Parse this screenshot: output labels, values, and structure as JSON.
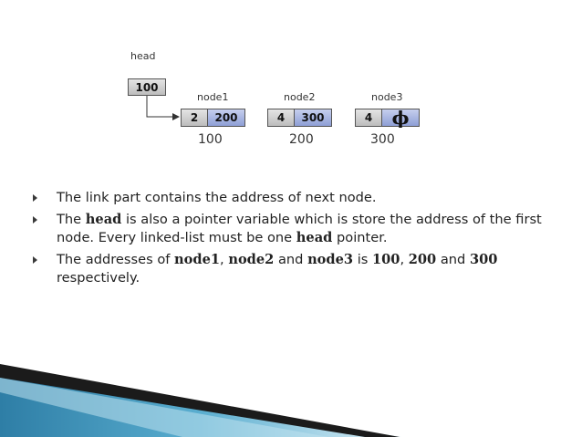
{
  "diagram": {
    "head": {
      "label": "head",
      "value": "100"
    },
    "nodes": [
      {
        "name": "node1",
        "data": "2",
        "next": "200",
        "address": "100"
      },
      {
        "name": "node2",
        "data": "4",
        "next": "300",
        "address": "200"
      },
      {
        "name": "node3",
        "data": "4",
        "next": "ϕ",
        "address": "300"
      }
    ]
  },
  "bullets": [
    {
      "text": "The link part contains the address of next node."
    },
    {
      "t1": "The ",
      "k1": "head",
      "t2": " is also a pointer variable which is store the address of the first node. Every linked-list must be one ",
      "k2": "head",
      "t3": " pointer."
    },
    {
      "t1": "The addresses of ",
      "k1": "node1",
      "t2": ", ",
      "k2": "node2",
      "t3": " and ",
      "k3": "node3",
      "t4": " is ",
      "k4": "100",
      "t5": ", ",
      "k5": "200",
      "t6": " and ",
      "k6": "300",
      "t7": " respectively."
    }
  ],
  "colors": {
    "data_box": "#cfcfcf",
    "pointer_box": "#a9b6e4",
    "decor_dark": "#1a1a1a",
    "decor_blue": "#3f8fb4",
    "decor_light": "#bfe1ef"
  }
}
